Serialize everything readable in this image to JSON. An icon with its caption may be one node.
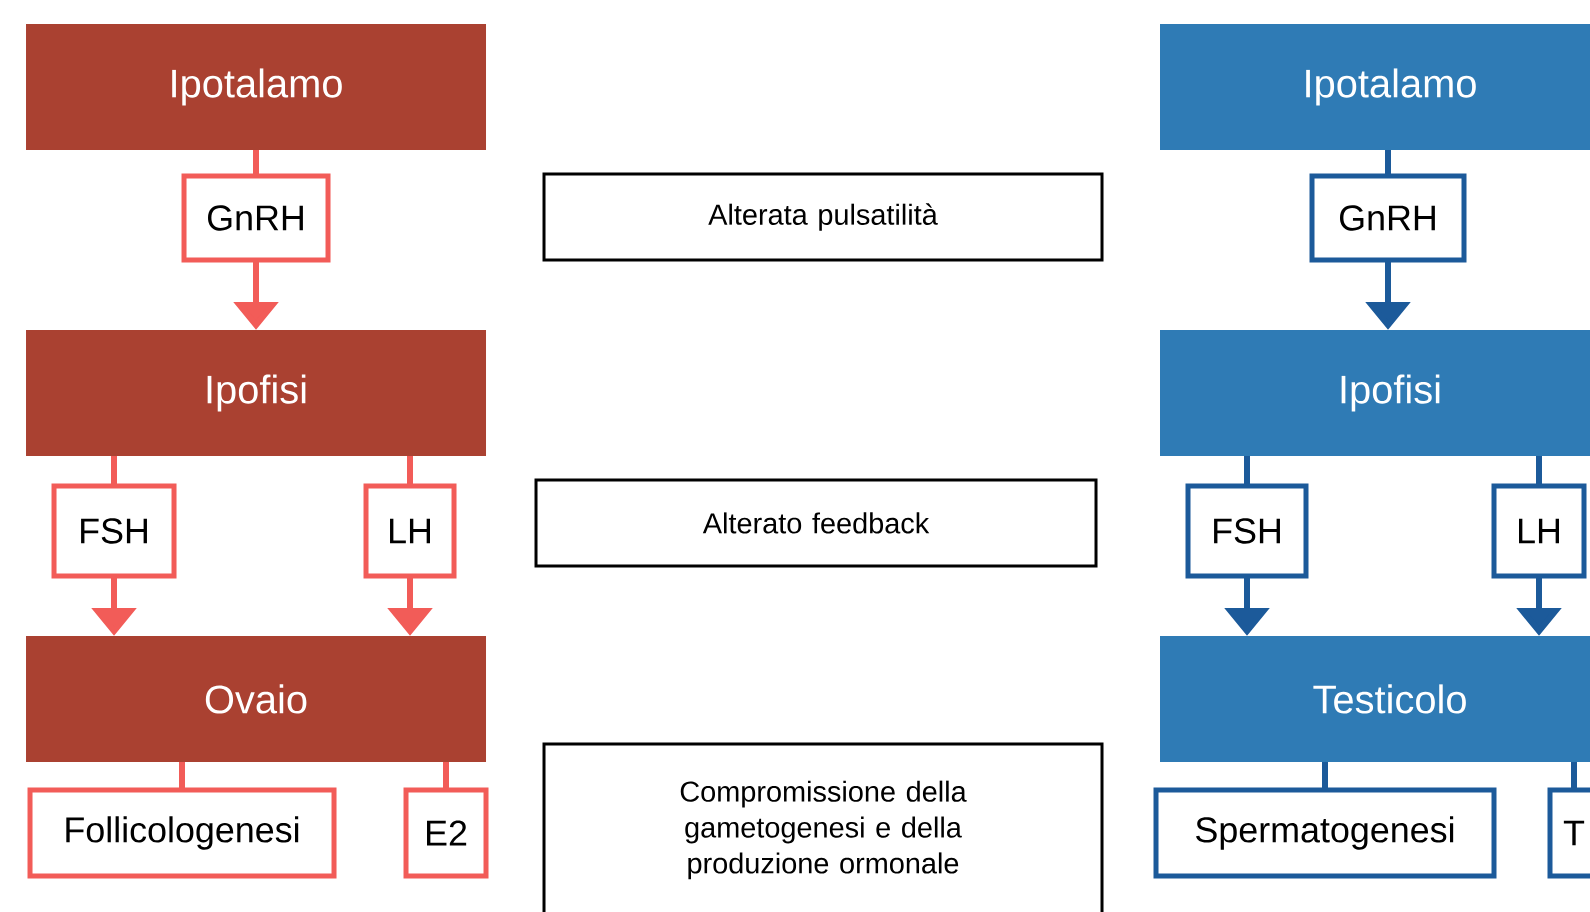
{
  "diagram": {
    "nodes": [
      {
        "text": [
          "Ipotalamo"
        ]
      },
      {
        "text": [
          "GnRH"
        ]
      },
      {
        "text": [
          "Ipofisi"
        ]
      },
      {
        "text": [
          "FSH"
        ]
      },
      {
        "text": [
          "LH"
        ]
      },
      {
        "text": [
          "Ovaio"
        ]
      },
      {
        "text": [
          "Follicologenesi"
        ]
      },
      {
        "text": [
          "E2"
        ]
      },
      {
        "text": [
          "Alterata pulsatilità"
        ]
      },
      {
        "text": [
          "Alterato feedback"
        ]
      },
      {
        "text": [
          "Compromissione della gametogenesi e della produzione ormonale"
        ]
      },
      {
        "text": [
          "Ipotalamo"
        ]
      },
      {
        "text": [
          "GnRH"
        ]
      },
      {
        "text": [
          "Ipofisi"
        ]
      },
      {
        "text": [
          "FSH"
        ]
      },
      {
        "text": [
          "LH"
        ]
      },
      {
        "text": [
          "Testicolo"
        ]
      },
      {
        "text": [
          "Spermatogenesi"
        ]
      },
      {
        "text": [
          "T"
        ]
      }
    ],
    "edges": [
      {
        "from": 0,
        "to": 1,
        "arrow": "none",
        "color": "#f25c58"
      },
      {
        "from": 1,
        "to": 2,
        "arrow": "to",
        "color": "#f25c58"
      },
      {
        "from": 2,
        "to": 3,
        "arrow": "none",
        "color": "#f25c58"
      },
      {
        "from": 2,
        "to": 4,
        "arrow": "none",
        "color": "#f25c58"
      },
      {
        "from": 3,
        "to": 5,
        "arrow": "to",
        "color": "#f25c58"
      },
      {
        "from": 4,
        "to": 5,
        "arrow": "to",
        "color": "#f25c58"
      },
      {
        "from": 5,
        "to": 6,
        "arrow": "none",
        "color": "#f25c58"
      },
      {
        "from": 5,
        "to": 7,
        "arrow": "none",
        "color": "#f25c58"
      },
      {
        "from": 11,
        "to": 12,
        "arrow": "none",
        "color": "#1c5a9a"
      },
      {
        "from": 12,
        "to": 13,
        "arrow": "to",
        "color": "#1c5a9a"
      },
      {
        "from": 13,
        "to": 14,
        "arrow": "none",
        "color": "#1c5a9a"
      },
      {
        "from": 13,
        "to": 15,
        "arrow": "none",
        "color": "#1c5a9a"
      },
      {
        "from": 14,
        "to": 16,
        "arrow": "to",
        "color": "#1c5a9a"
      },
      {
        "from": 15,
        "to": 16,
        "arrow": "to",
        "color": "#1c5a9a"
      },
      {
        "from": 16,
        "to": 17,
        "arrow": "none",
        "color": "#1c5a9a"
      },
      {
        "from": 16,
        "to": 18,
        "arrow": "none",
        "color": "#1c5a9a"
      }
    ]
  }
}
